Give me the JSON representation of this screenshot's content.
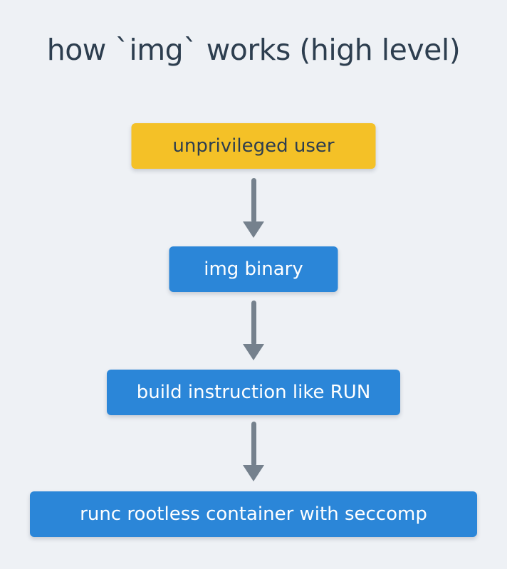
{
  "title": "how `img` works (high level)",
  "diagram": {
    "nodes": [
      {
        "label": "unprivileged user",
        "fill": "#f4c127",
        "text_color": "#2d3e4f"
      },
      {
        "label": "img binary",
        "fill": "#2b86d8",
        "text_color": "#ffffff"
      },
      {
        "label": "build instruction like RUN",
        "fill": "#2b86d8",
        "text_color": "#ffffff"
      },
      {
        "label": "runc rootless container with seccomp",
        "fill": "#2b86d8",
        "text_color": "#ffffff"
      }
    ],
    "flow_direction": "top-to-bottom"
  },
  "colors": {
    "background": "#eef1f5",
    "title_text": "#2d3e4f",
    "arrow": "#75818d",
    "node_yellow": "#f4c127",
    "node_blue": "#2b86d8"
  }
}
